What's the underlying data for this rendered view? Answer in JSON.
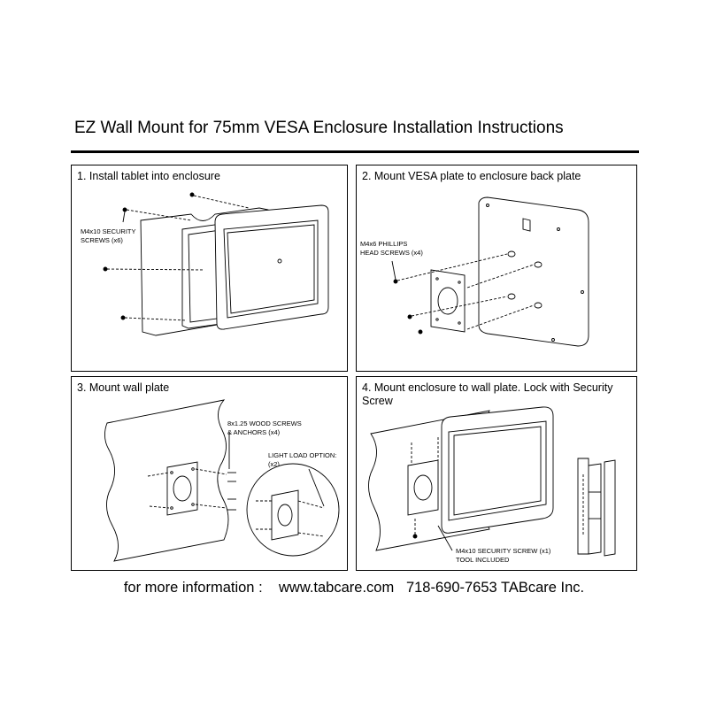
{
  "title": "EZ Wall Mount for 75mm VESA Enclosure Installation Instructions",
  "panels": [
    {
      "heading": "1. Install tablet into enclosure",
      "notes": [
        "M4x10 SECURITY",
        "SCREWS (x6)"
      ]
    },
    {
      "heading": "2. Mount VESA plate to enclosure back plate",
      "notes": [
        "M4x6 PHILLIPS",
        "HEAD SCREWS (x4)"
      ]
    },
    {
      "heading": "3. Mount wall plate",
      "notes": [
        "8x1.25 WOOD SCREWS",
        "& ANCHORS (x4)",
        "LIGHT LOAD OPTION:",
        "(x2)"
      ]
    },
    {
      "heading": "4. Mount enclosure to wall plate.  Lock with Security Screw",
      "notes": [
        "M4x10 SECURITY SCREW (x1)",
        "TOOL INCLUDED"
      ]
    }
  ],
  "footer": {
    "text": "for more information :    www.tabcare.com   718-690-7653 TABcare Inc."
  }
}
